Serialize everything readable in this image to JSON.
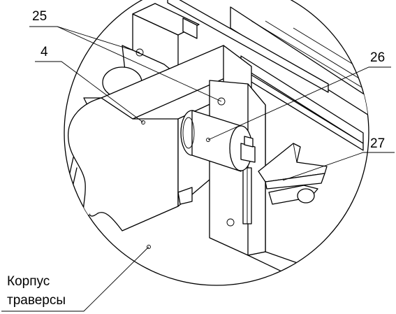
{
  "callouts": {
    "part_25": "25",
    "part_4": "4",
    "part_26": "26",
    "part_27": "27",
    "body_line1": "Корпус",
    "body_line2": "траверсы"
  }
}
